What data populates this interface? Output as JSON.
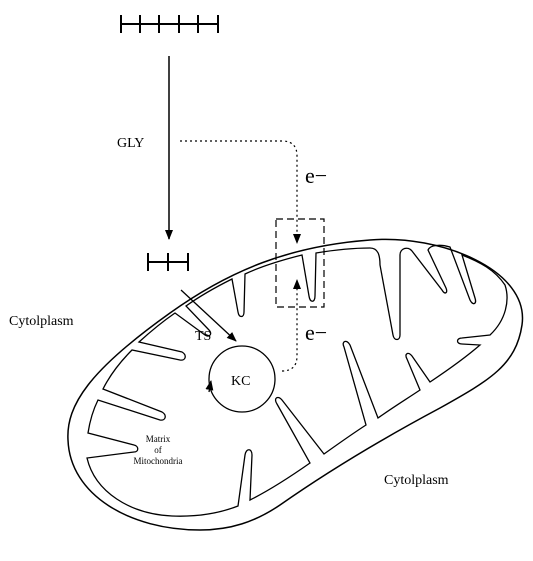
{
  "labels": {
    "gly": "GLY",
    "electron_top": "e−",
    "electron_bottom": "e−",
    "ts": "TS",
    "kc": "KC",
    "cytoplasm_left": "Cytolplasm",
    "cytoplasm_right": "Cytolplasm",
    "matrix_line1": "Matrix",
    "matrix_line2": "of",
    "matrix_line3": "Mitochondria"
  }
}
